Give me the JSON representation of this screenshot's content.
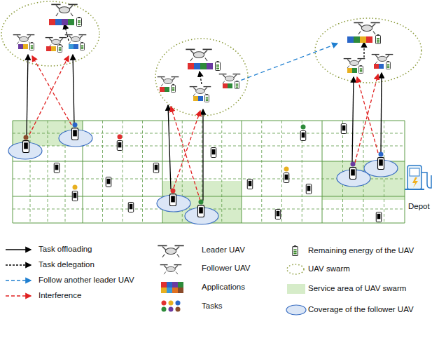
{
  "diagram": {
    "labels": [
      "Depot"
    ],
    "legend": [
      {
        "text": "Task offloading"
      },
      {
        "text": "Task delegation"
      },
      {
        "text": "Follow another leader UAV"
      },
      {
        "text": "Interference"
      },
      {
        "text": "Leader UAV"
      },
      {
        "text": "Follower UAV"
      },
      {
        "text": "Applications"
      },
      {
        "text": "Tasks"
      },
      {
        "text": "Remaining energy of the UAV"
      },
      {
        "text": "UAV swarm"
      },
      {
        "text": "Service area of UAV swarm",
        "color": "#d6ecc9"
      },
      {
        "text": "Coverage of the follower UAV"
      }
    ]
  }
}
